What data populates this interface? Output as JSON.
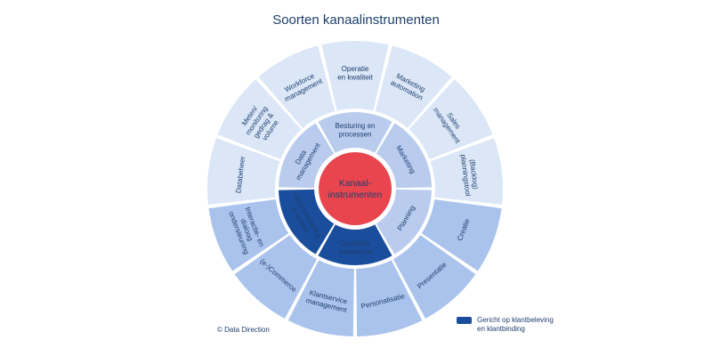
{
  "title": "Soorten kanaalinstrumenten",
  "center_label": "Kanaal-\ninstrumenten",
  "colors": {
    "center": "#e8454f",
    "outer_light": "#dbe6f7",
    "outer_highlight": "#a9c3ec",
    "inner_light": "#b9ccee",
    "inner_highlight": "#1a4d9c",
    "text_dark": "#1d3f6e",
    "text_light": "#ffffff"
  },
  "inner_segments": [
    {
      "label": "Besturing en\nprocessen",
      "highlight": false
    },
    {
      "label": "Marketing",
      "highlight": false
    },
    {
      "label": "Planning",
      "highlight": false
    },
    {
      "label": "Customer\nexperience",
      "highlight": true
    },
    {
      "label": "Dienstverlening\n& service",
      "highlight": true
    },
    {
      "label": "Data\nmanagement",
      "highlight": false
    }
  ],
  "outer_segments": [
    {
      "label": "Operatie\nen kwaliteit",
      "highlight": false
    },
    {
      "label": "Marketing\nautomation",
      "highlight": false
    },
    {
      "label": "Sales\nmanagement",
      "highlight": false
    },
    {
      "label": "(Backlog)\nplanningstool",
      "highlight": false
    },
    {
      "label": "Creatie",
      "highlight": true
    },
    {
      "label": "Presentatie",
      "highlight": true
    },
    {
      "label": "Personalisatie",
      "highlight": true
    },
    {
      "label": "Klantservice\nmanagement",
      "highlight": true
    },
    {
      "label": "(e-)Commerce",
      "highlight": true
    },
    {
      "label": "Interactie- en\ndialoog\nondersteuning",
      "highlight": true
    },
    {
      "label": "Databeheer",
      "highlight": false
    },
    {
      "label": "Meten/\nmonitoring\ngedrag &\nvolume",
      "highlight": false
    },
    {
      "label": "Workforce\nmanagement",
      "highlight": false
    }
  ],
  "legend": {
    "label": "Gericht op klantbeleving\nen klantbinding"
  },
  "copyright": "© Data Direction"
}
